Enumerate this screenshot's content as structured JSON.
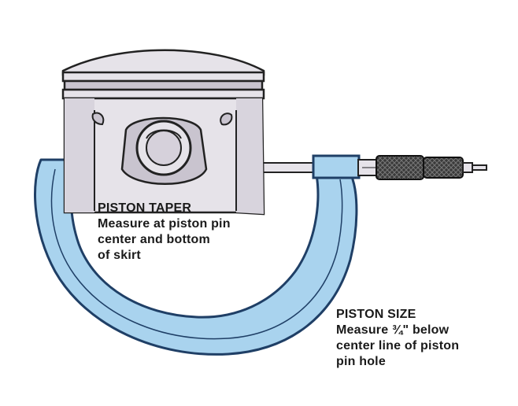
{
  "colors": {
    "caliper_fill": "#a9d3ee",
    "caliper_outline": "#1f3f66",
    "piston_fill": "#e6e3e9",
    "piston_shade": "#c9c4cf",
    "outline": "#222222",
    "thimble": "#3a3a3a",
    "text": "#1a1a1a"
  },
  "piston_taper": {
    "title": "PISTON TAPER",
    "lines": [
      "Measure at piston pin",
      "center and bottom",
      "of skirt"
    ]
  },
  "piston_size": {
    "title": "PISTON SIZE",
    "lines": [
      "Measure ¾\" below",
      "center line of piston",
      "pin hole"
    ]
  }
}
